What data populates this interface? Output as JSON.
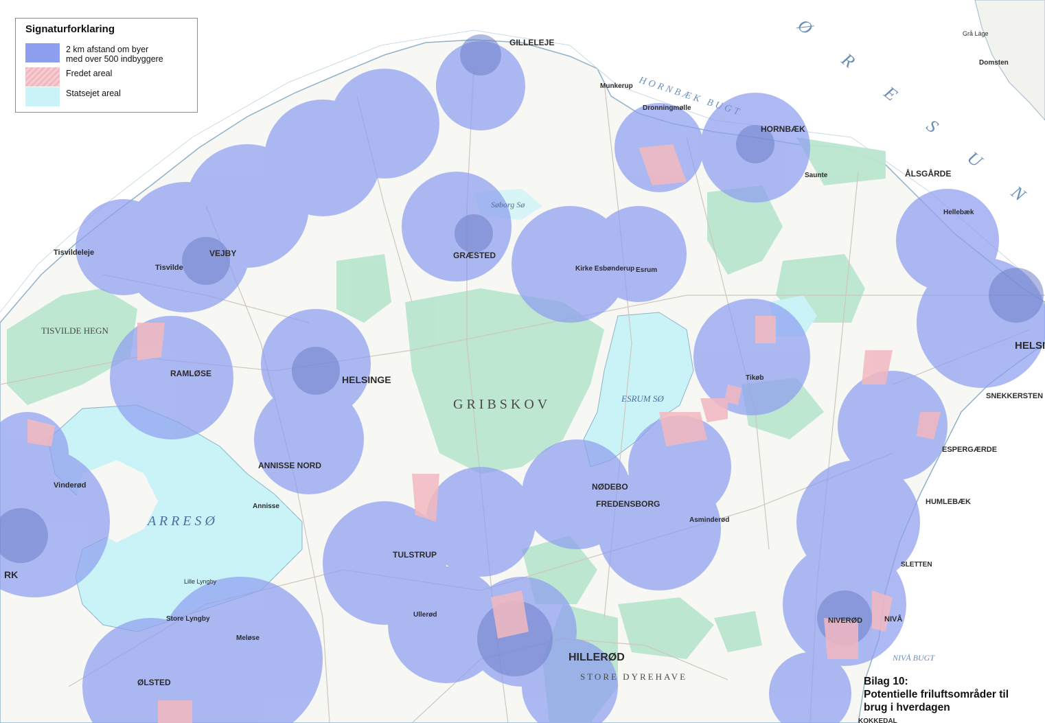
{
  "legend": {
    "title": "Signaturforklaring",
    "items": [
      {
        "label_line1": "2 km afstand om byer",
        "label_line2": "med over 500 indbyggere",
        "color": "#8f9ff0"
      },
      {
        "label_line1": "Fredet areal",
        "label_line2": "",
        "color": "#f2b8c0"
      },
      {
        "label_line1": "Statsejet areal",
        "label_line2": "",
        "color": "#c9f3f6"
      }
    ]
  },
  "caption": {
    "line1": "Bilag 10:",
    "line2": "Potentielle friluftsområder til",
    "line3": "brug i hverdagen"
  },
  "colors": {
    "sea": "#ffffff",
    "land": "#f7f7f4",
    "lake": "#c9f3f6",
    "forest": "#b9e6cf",
    "buffer": "#8f9ff0",
    "protected": "#f2b8c0",
    "road": "#d8d0c8"
  },
  "places": {
    "gilleleje": "GILLELEJE",
    "hornbaek": "HORNBÆK",
    "alsgaarde": "ÅLSGÅRDE",
    "helsingor": "HELSI",
    "snekkersten": "SNEKKERSTEN",
    "espergaerde": "ESPERGÆRDE",
    "humlebaek": "HUMLEBÆK",
    "sletten": "SLETTEN",
    "nivaa": "NIVÅ",
    "niverod": "NIVERØD",
    "tisvildeleje": "Tisvildeleje",
    "tisvilde": "Tisvilde",
    "vejby": "VEJBY",
    "ramloese": "RAMLØSE",
    "helsinge": "HELSINGE",
    "graested": "GRÆSTED",
    "esbonderup": "Kirke Esbønderup",
    "esrum": "Esrum",
    "annisse_nord": "ANNISSE NORD",
    "annisse": "Annisse",
    "vinderod": "Vinderød",
    "tulstrup": "TULSTRUP",
    "olsted": "ØLSTED",
    "hilleroed": "HILLERØD",
    "nodebo": "NØDEBO",
    "fredensborg": "FREDENSBORG",
    "asminderod": "Asminderød",
    "tikob": "Tikøb",
    "gribskov": "GRIBSKOV",
    "esrum_soe": "ESRUM SØ",
    "arresoe": "A R R E S Ø",
    "oeresund": "Ø R E S U N D",
    "hornbaek_bugt": "HORNBÆK BUGT",
    "tisvilde_hegn": "TISVILDE HEGN",
    "store_dyrehave": "STORE DYREHAVE",
    "dronningmoelle": "Dronningmølle",
    "munkerup": "Munkerup",
    "saunte": "Saunte",
    "hellebaek": "Hellebæk",
    "store_lyngby": "Store Lyngby",
    "lille_lyngby": "Lille Lyngby",
    "melose": "Meløse",
    "ullerod": "Ullerød",
    "kokkedal": "KOKKEDAL",
    "niva_bugt": "NIVÅ BUGT",
    "frederiksvaerk": "RK",
    "domsten": "Domsten",
    "sodrup": "Søborg Sø",
    "graa_laege": "Grå Läge"
  }
}
